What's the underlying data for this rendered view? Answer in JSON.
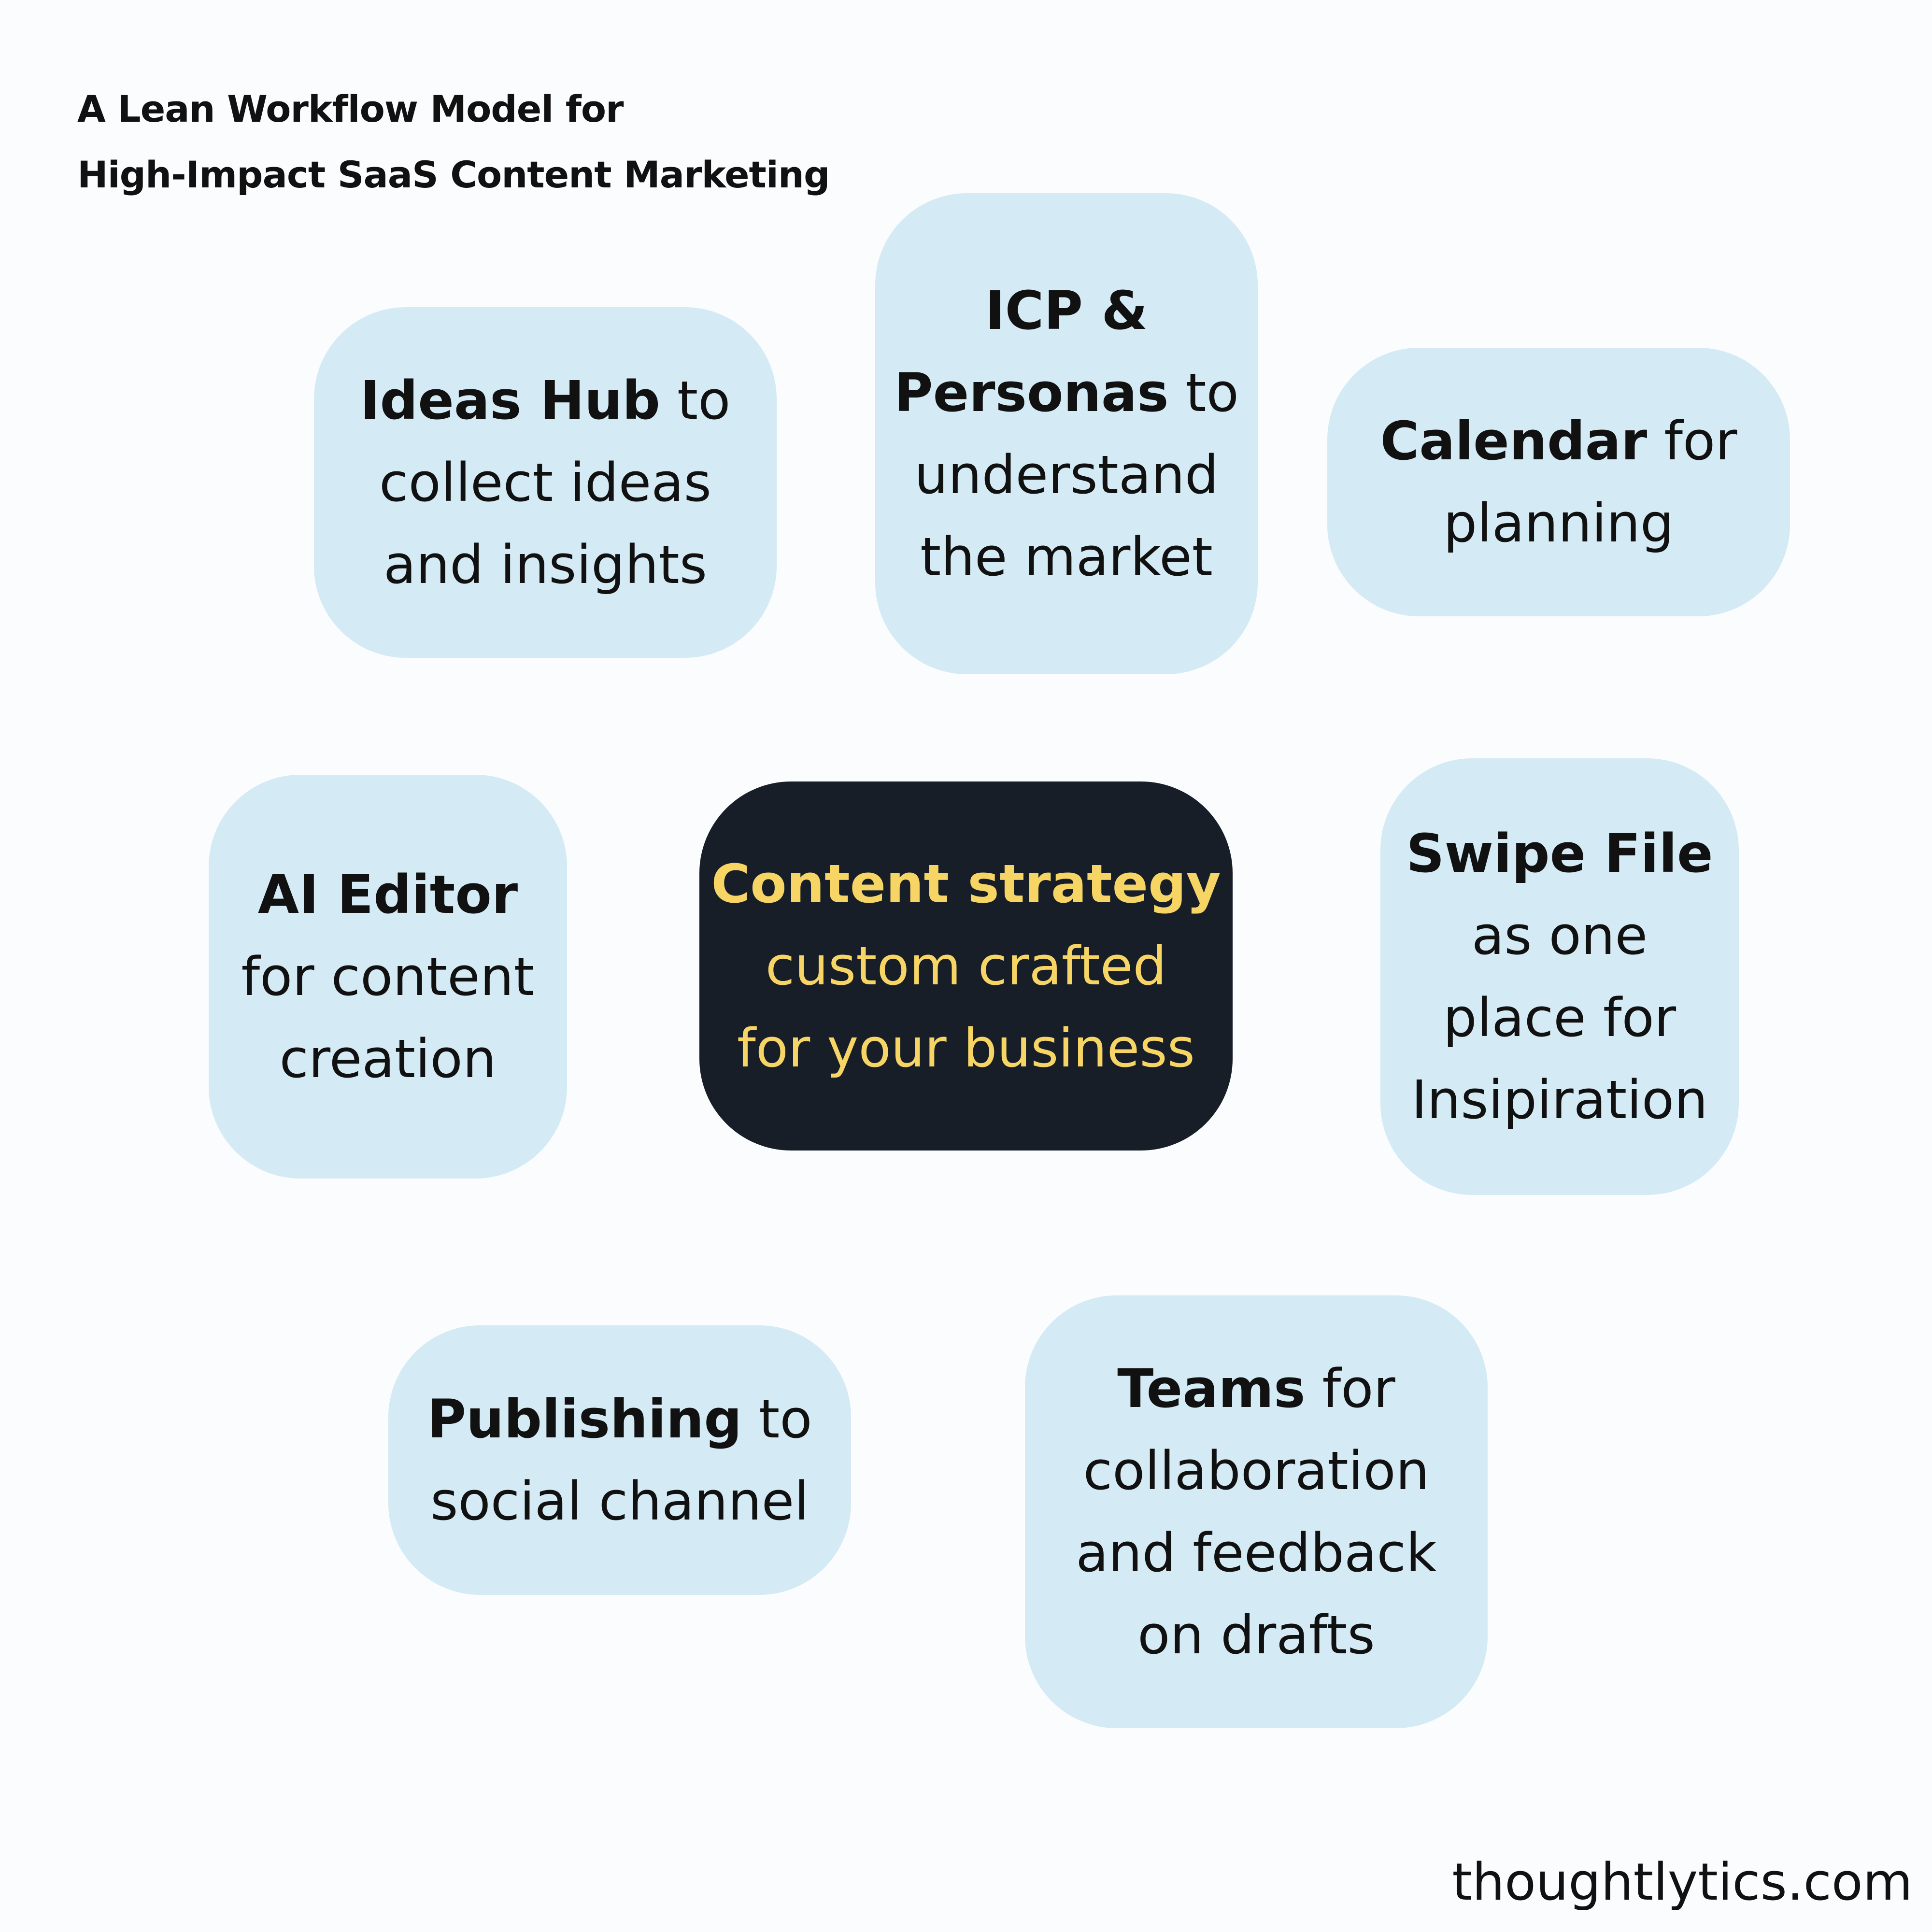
{
  "title": {
    "line1": "A Lean Workflow Model for",
    "line2": "High-Impact SaaS Content Marketing"
  },
  "nodes": {
    "ideas_hub": {
      "bold": "Ideas Hub",
      "line1_rest": " to",
      "line2": "collect ideas",
      "line3": "and insights"
    },
    "icp": {
      "bold1": "ICP &",
      "bold2": "Personas",
      "line2_rest": " to",
      "line3": "understand",
      "line4": "the market"
    },
    "calendar": {
      "bold": "Calendar",
      "line1_rest": " for",
      "line2": "planning"
    },
    "ai_editor": {
      "bold": "AI Editor",
      "line2": "for content",
      "line3": "creation"
    },
    "center": {
      "bold": "Content strategy",
      "line2": "custom crafted",
      "line3": "for your business"
    },
    "swipe_file": {
      "bold": "Swipe File",
      "line2": "as one",
      "line3": "place for",
      "line4": "Insipiration"
    },
    "publishing": {
      "bold": "Publishing",
      "line1_rest": " to",
      "line2": "social channel"
    },
    "teams": {
      "bold": "Teams",
      "line1_rest": " for",
      "line2": "collaboration",
      "line3": "and feedback",
      "line4": "on drafts"
    }
  },
  "footer": {
    "brand": "thoughtlytics.com"
  },
  "colors": {
    "background": "#fbfcfd",
    "node_fill": "#d4eaf4",
    "center_fill": "#171e28",
    "center_text": "#f7d565",
    "text": "#111111"
  }
}
